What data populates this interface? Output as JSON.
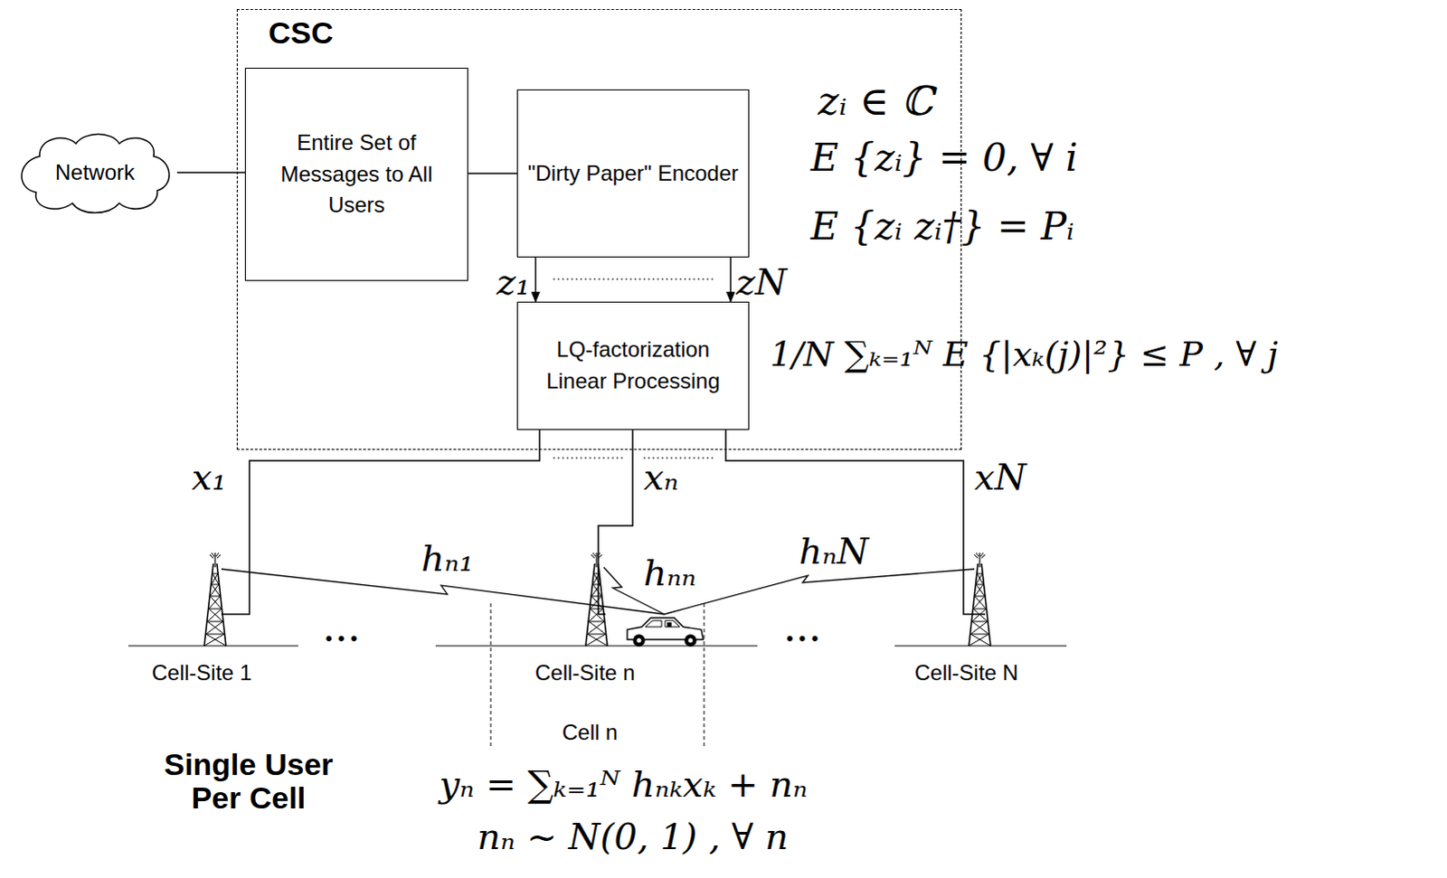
{
  "diagram": {
    "nodes": [
      {
        "text": [
          "CSC"
        ]
      },
      {
        "text": [
          "Entire Set of Messages to All Users"
        ],
        "in": 0
      },
      {
        "text": [
          "\"Dirty Paper\" Encoder"
        ],
        "in": 0
      },
      {
        "text": [
          "LQ-factorization Linear Processing"
        ],
        "in": 0
      },
      {
        "text": [
          "Network"
        ]
      }
    ],
    "edges": [
      {
        "from": 4,
        "to": 1,
        "arrow": "none"
      },
      {
        "from": 1,
        "to": 2,
        "arrow": "none"
      },
      {
        "from": 2,
        "to": 3,
        "label": "z₁",
        "arrow": "to"
      },
      {
        "from": 2,
        "to": 3,
        "label": "zN",
        "arrow": "to"
      }
    ],
    "labels": [
      "zᵢ ∈ ℂ",
      "E {zᵢ} = 0, ∀ i",
      "E {zᵢ zᵢ†} = Pᵢ",
      "1/N ∑ₖ₌₁ᴺ E {|xₖ(j)|²} ≤ P , ∀ j",
      "x₁",
      "xₙ",
      "xN",
      "hₙ₁",
      "hₙₙ",
      "hₙN",
      "• • •",
      "• • •",
      "Cell-Site 1",
      "Cell-Site n",
      "Cell-Site N",
      "Cell n",
      "Single User Per Cell",
      "yₙ = ∑ₖ₌₁ᴺ hₙₖxₖ + nₙ",
      "nₙ ~ N(0, 1) , ∀ n"
    ]
  }
}
